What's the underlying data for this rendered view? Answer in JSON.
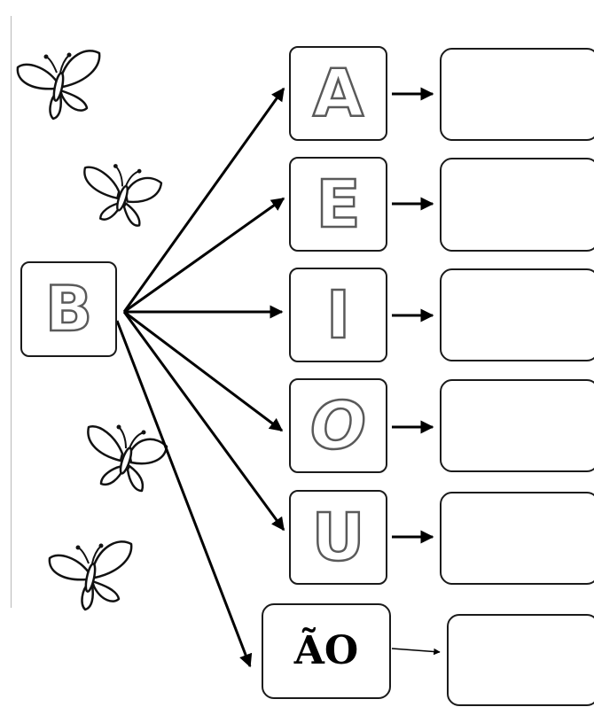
{
  "source_letter": "B",
  "vowels": [
    "A",
    "E",
    "I",
    "O",
    "U"
  ],
  "ending": "ÃO",
  "icons": {
    "decoration": "butterfly-icon",
    "connector": "arrow-icon"
  },
  "colors": {
    "outline": "#1a1a1a",
    "letter_stroke": "#5a5a5a",
    "margin_line": "#b8b8b8"
  }
}
